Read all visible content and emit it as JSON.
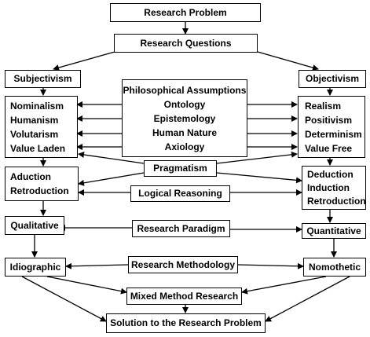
{
  "nodes": {
    "research_problem": "Research Problem",
    "research_questions": "Research Questions",
    "subjectivism": "Subjectivism",
    "objectivism": "Objectivism",
    "philosophical": [
      "Philosophical Assumptions",
      "Ontology",
      "Epistemology",
      "Human Nature",
      "Axiology"
    ],
    "left_assumptions": [
      "Nominalism",
      "Humanism",
      "Volutarism",
      "Value Laden"
    ],
    "right_assumptions": [
      "Realism",
      "Positivism",
      "Determinism",
      "Value Free"
    ],
    "pragmatism": "Pragmatism",
    "aduction": [
      "Aduction",
      "Retroduction"
    ],
    "logical_reasoning": "Logical Reasoning",
    "deduction": [
      "Deduction",
      "Induction",
      "Retroduction"
    ],
    "qualitative": "Qualitative",
    "research_paradigm": "Research Paradigm",
    "quantitative": "Quantitative",
    "idiographic": "Idiographic",
    "research_methodology": "Research Methodology",
    "nomothetic": "Nomothetic",
    "mixed_method": "Mixed Method Research",
    "solution": "Solution to the Research Problem"
  }
}
